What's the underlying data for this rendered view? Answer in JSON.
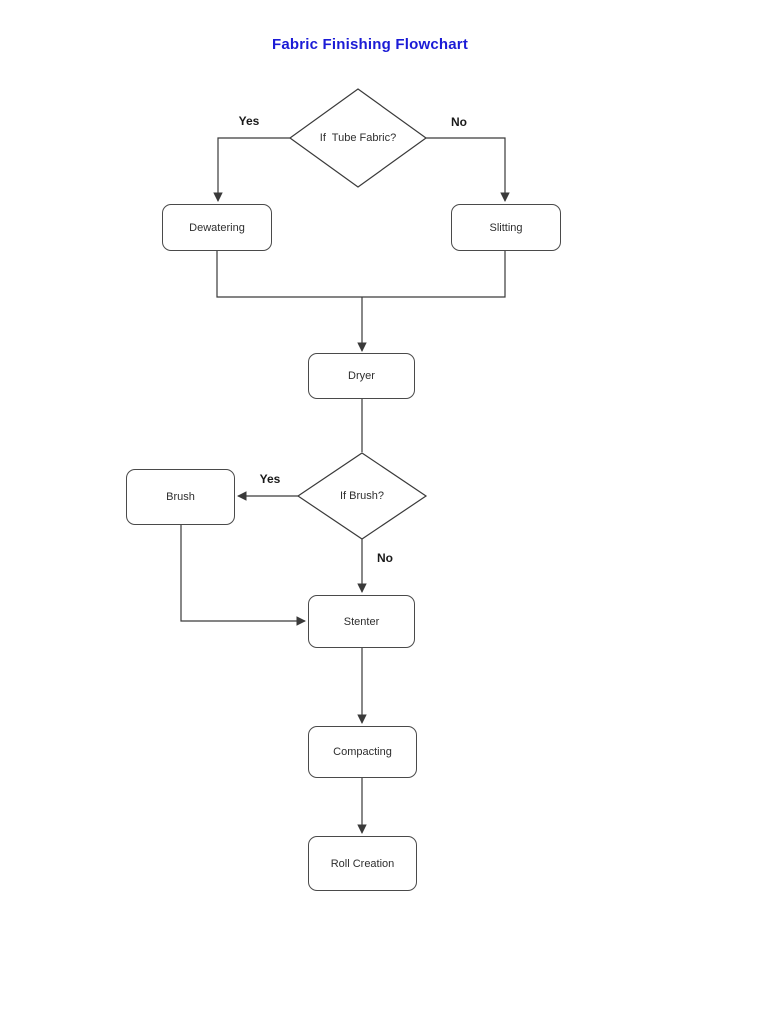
{
  "flowchart": {
    "title": "Fabric Finishing Flowchart",
    "title_color": "#1b1bd6",
    "line_color": "#3a3a3a",
    "nodes": {
      "decision_tube": {
        "label": "If  Tube Fabric?",
        "type": "decision"
      },
      "dewatering": {
        "label": "Dewatering",
        "type": "process"
      },
      "slitting": {
        "label": "Slitting",
        "type": "process"
      },
      "dryer": {
        "label": "Dryer",
        "type": "process"
      },
      "decision_brush": {
        "label": "If Brush?",
        "type": "decision"
      },
      "brush": {
        "label": "Brush",
        "type": "process"
      },
      "stenter": {
        "label": "Stenter",
        "type": "process"
      },
      "compacting": {
        "label": "Compacting",
        "type": "process"
      },
      "roll_creation": {
        "label": "Roll Creation",
        "type": "process"
      }
    },
    "edge_labels": {
      "tube_yes": "Yes",
      "tube_no": "No",
      "brush_yes": "Yes",
      "brush_no": "No"
    },
    "edges": [
      {
        "from": "decision_tube",
        "to": "dewatering",
        "label": "Yes"
      },
      {
        "from": "decision_tube",
        "to": "slitting",
        "label": "No"
      },
      {
        "from": "dewatering",
        "to": "dryer",
        "label": ""
      },
      {
        "from": "slitting",
        "to": "dryer",
        "label": ""
      },
      {
        "from": "dryer",
        "to": "decision_brush",
        "label": ""
      },
      {
        "from": "decision_brush",
        "to": "brush",
        "label": "Yes"
      },
      {
        "from": "decision_brush",
        "to": "stenter",
        "label": "No"
      },
      {
        "from": "brush",
        "to": "stenter",
        "label": ""
      },
      {
        "from": "stenter",
        "to": "compacting",
        "label": ""
      },
      {
        "from": "compacting",
        "to": "roll_creation",
        "label": ""
      }
    ]
  }
}
